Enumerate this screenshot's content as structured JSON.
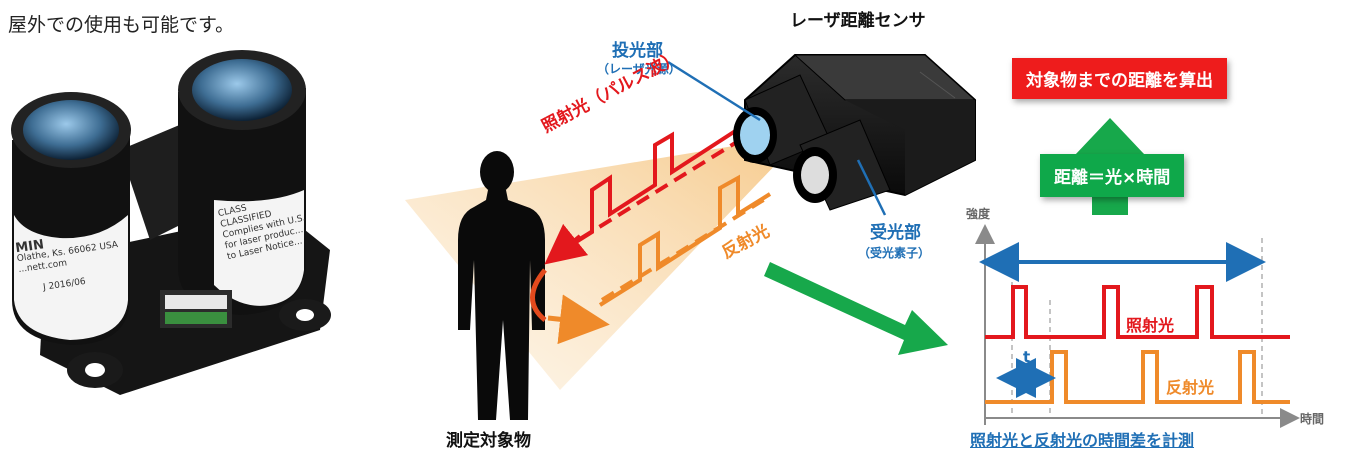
{
  "intro_text": "屋外での使用も可能です。",
  "sensor": {
    "title": "レーザ距離センサ",
    "emitter_label": "投光部",
    "emitter_sub": "（レーザ光源）",
    "receiver_label": "受光部",
    "receiver_sub": "（受光素子）"
  },
  "beams": {
    "emitted_label": "照射光（パルス波）",
    "reflected_label": "反射光"
  },
  "target_label": "測定対象物",
  "result_box": "対象物までの距離を算出",
  "formula_box": "距離＝光×時間",
  "timing_chart": {
    "y_axis_label": "強度",
    "x_axis_label": "時間",
    "emitted_series": "照射光",
    "reflected_series": "反射光",
    "delay_label": "t",
    "caption": "照射光と反射光の時間差を計測"
  },
  "product_label_text": {
    "brand": "MIN",
    "class_line1": "CLASS",
    "class_line2": "CLASSIFIED",
    "address": "Olathe, Ks. 66062 USA",
    "web": "...nett.com",
    "complies1": "Complies with U.S.",
    "complies2": "for laser produc...",
    "complies3": "to Laser Notice...",
    "date": "J 2016/06"
  },
  "colors": {
    "emitted": "#e3181d",
    "reflected": "#ef8a2a",
    "accent_blue": "#1f6fb5",
    "green": "#0fa84a"
  }
}
